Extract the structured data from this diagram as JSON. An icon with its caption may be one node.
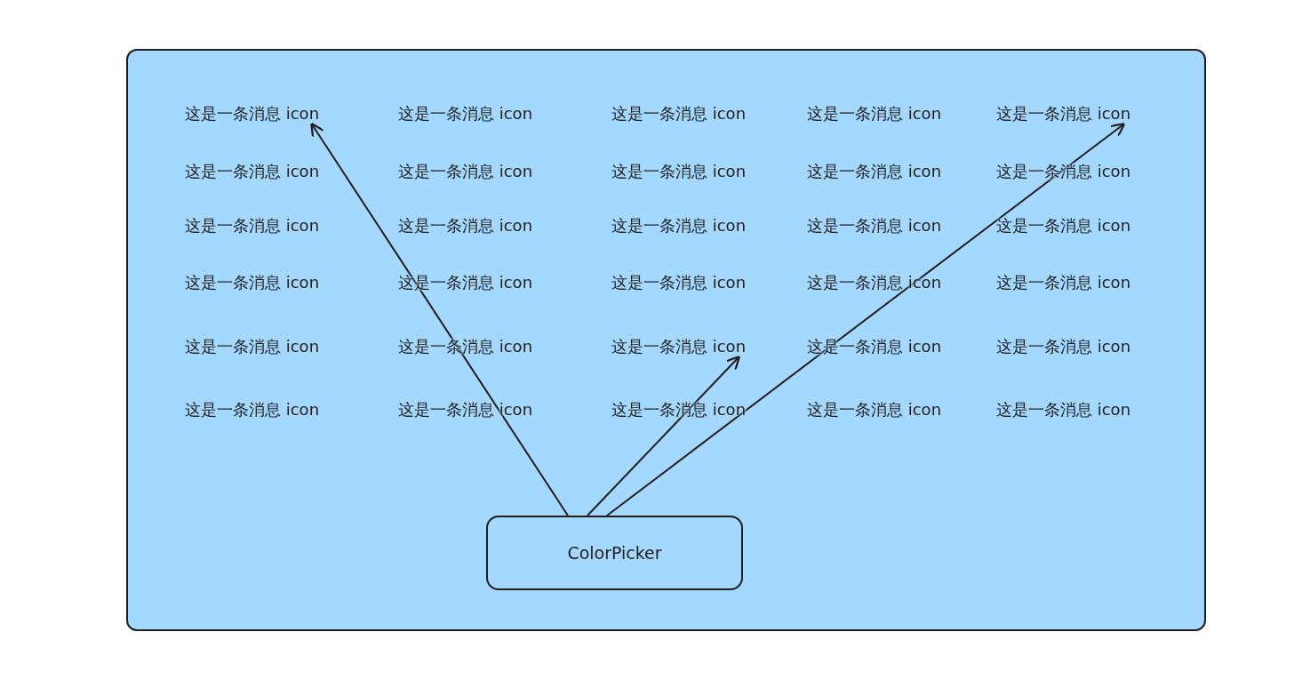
{
  "diagram": {
    "nodes": [
      {
        "text": [],
        "shape": "box"
      },
      {
        "text": [
          "这是一条消息 icon"
        ],
        "in": 0
      },
      {
        "text": [
          "这是一条消息 icon"
        ],
        "in": 0
      },
      {
        "text": [
          "这是一条消息 icon"
        ],
        "in": 0
      },
      {
        "text": [
          "ColorPicker"
        ],
        "in": 0
      }
    ],
    "edges": [
      {
        "from": 4,
        "to": 1,
        "arrow": "to"
      },
      {
        "from": 4,
        "to": 3,
        "arrow": "to"
      },
      {
        "from": 4,
        "to": 2,
        "arrow": "to"
      }
    ],
    "labels": [
      "这是一条消息 icon",
      "这是一条消息 icon",
      "这是一条消息 icon",
      "这是一条消息 icon",
      "这是一条消息 icon",
      "这是一条消息 icon",
      "这是一条消息 icon",
      "这是一条消息 icon",
      "这是一条消息 icon",
      "这是一条消息 icon",
      "这是一条消息 icon",
      "这是一条消息 icon",
      "这是一条消息 icon",
      "这是一条消息 icon",
      "这是一条消息 icon",
      "这是一条消息 icon",
      "这是一条消息 icon",
      "这是一条消息 icon",
      "这是一条消息 icon",
      "这是一条消息 icon",
      "这是一条消息 icon",
      "这是一条消息 icon",
      "这是一条消息 icon",
      "这是一条消息 icon",
      "这是一条消息 icon",
      "这是一条消息 icon",
      "这是一条消息 icon"
    ]
  }
}
